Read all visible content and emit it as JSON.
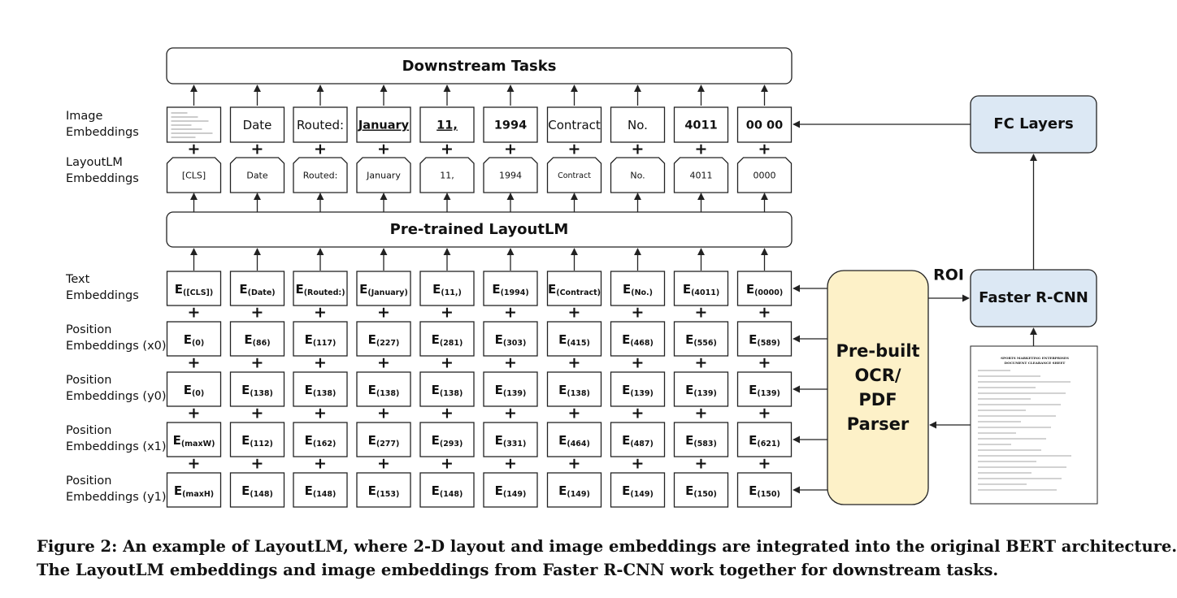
{
  "downstream": {
    "label": "Downstream Tasks"
  },
  "pretrained": {
    "label": "Pre-trained LayoutLM"
  },
  "fc_layers": {
    "label": "FC Layers"
  },
  "faster_rcnn": {
    "label": "Faster R-CNN"
  },
  "roi": {
    "label": "ROI"
  },
  "ocr": {
    "lines": [
      "Pre-built",
      "OCR/",
      "PDF",
      "Parser"
    ]
  },
  "document_thumbnail": {
    "heading": [
      "SPORTS MARKETING ENTERPRISES",
      "DOCUMENT CLEARANCE SHEET"
    ]
  },
  "row_labels": {
    "image": [
      "Image",
      "Embeddings"
    ],
    "layoutlm": [
      "LayoutLM",
      "Embeddings"
    ],
    "text": [
      "Text",
      "Embeddings"
    ],
    "x0": [
      "Position",
      "Embeddings (x0)"
    ],
    "y0": [
      "Position",
      "Embeddings (y0)"
    ],
    "x1": [
      "Position",
      "Embeddings (x1)"
    ],
    "y1": [
      "Position",
      "Embeddings (y1)"
    ]
  },
  "plus": "+",
  "embedding_symbol": "E",
  "image_tokens": [
    "",
    "Date",
    "Routed:",
    "January",
    "11,",
    "1994",
    "Contract",
    "No.",
    "4011",
    "00 00"
  ],
  "layoutlm_tokens": [
    "[CLS]",
    "Date",
    "Routed:",
    "January",
    "11,",
    "1994",
    "Contract",
    "No.",
    "4011",
    "0000"
  ],
  "text_subs": [
    "([CLS])",
    "(Date)",
    "(Routed:)",
    "(January)",
    "(11,)",
    "(1994)",
    "(Contract)",
    "(No.)",
    "(4011)",
    "(0000)"
  ],
  "x0_subs": [
    "(0)",
    "(86)",
    "(117)",
    "(227)",
    "(281)",
    "(303)",
    "(415)",
    "(468)",
    "(556)",
    "(589)"
  ],
  "y0_subs": [
    "(0)",
    "(138)",
    "(138)",
    "(138)",
    "(138)",
    "(139)",
    "(138)",
    "(139)",
    "(139)",
    "(139)"
  ],
  "x1_subs": [
    "(maxW)",
    "(112)",
    "(162)",
    "(277)",
    "(293)",
    "(331)",
    "(464)",
    "(487)",
    "(583)",
    "(621)"
  ],
  "y1_subs": [
    "(maxH)",
    "(148)",
    "(148)",
    "(153)",
    "(148)",
    "(149)",
    "(149)",
    "(149)",
    "(150)",
    "(150)"
  ],
  "caption": {
    "line1": "Figure 2: An example of LayoutLM, where 2-D layout and image embeddings are integrated into the original BERT architecture.",
    "line2": "The LayoutLM embeddings and image embeddings from Faster R-CNN work together for downstream tasks."
  },
  "colors": {
    "blue_box": "#dce8f4",
    "yellow_box": "#fdf1c8",
    "stroke": "#222222"
  }
}
